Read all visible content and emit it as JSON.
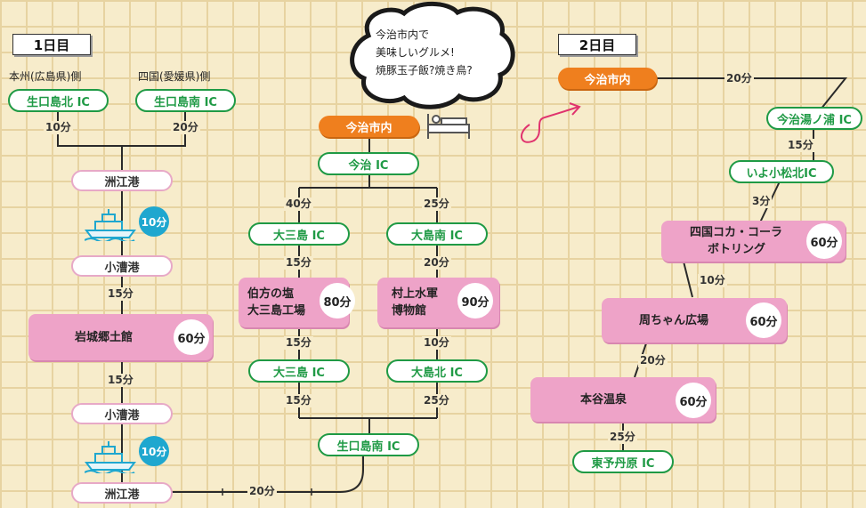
{
  "day1": "1日目",
  "day2": "2日目",
  "honshu": "本州(広島県)側",
  "shikoku": "四国(愛媛県)側",
  "ikuchi_kita": "生口島北 IC",
  "ikuchi_minami": "生口島南 IC",
  "t10": "10分",
  "t20": "20分",
  "t15": "15分",
  "t25": "25分",
  "t40": "40分",
  "t3": "3分",
  "t60": "60分",
  "t80": "80分",
  "t90": "90分",
  "suekou": "洲江港",
  "kosoukou": "小漕港",
  "iwagi": "岩城郷土館",
  "cloud": [
    "今治市内で",
    "美味しいグルメ!",
    "焼豚玉子飯?焼き鳥?"
  ],
  "imabari_shinai": "今治市内",
  "imabari_ic": "今治 IC",
  "omishima_ic": "大三島 IC",
  "oshima_minami": "大島南 IC",
  "oshima_kita": "大島北 IC",
  "hakata": [
    "伯方の塩",
    "大三島工場"
  ],
  "murakami": [
    "村上水軍",
    "博物館"
  ],
  "imabari_yunoura": "今治湯ノ浦 IC",
  "iyo_komatsu": "いよ小松北IC",
  "cocacola": [
    "四国コカ・コーラ",
    "ボトリング"
  ],
  "shuchan": "周ちゃん広場",
  "hontani": "本谷温泉",
  "higashiyo": "東予丹原 IC",
  "icons": [
    "ferry-icon",
    "bed-icon",
    "arrow-swirl-icon",
    "cloud-bubble-icon"
  ]
}
